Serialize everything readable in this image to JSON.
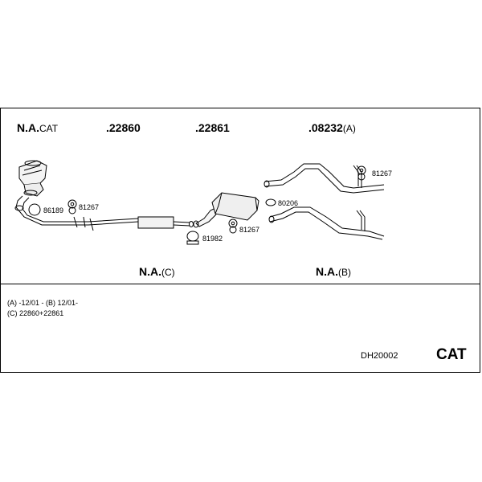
{
  "header": {
    "na_cat_bold": "N.A.",
    "na_cat_rest": "CAT",
    "p22860": ".22860",
    "p22861": ".22861",
    "p08232": ".08232",
    "p08232_suffix": "(A)"
  },
  "parts": {
    "p86189": "86189",
    "p81267_a": "81267",
    "p81267_b": "81267",
    "p81267_c": "81267",
    "p81982": "81982",
    "p80206": "80206"
  },
  "sections": {
    "na_c_bold": "N.A.",
    "na_c_rest": "(C)",
    "na_b_bold": "N.A.",
    "na_b_rest": "(B)"
  },
  "notes": {
    "line1": "(A) -12/01 - (B) 12/01-",
    "line2": "(C) 22860+22861"
  },
  "footer": {
    "code": "DH20002",
    "type": "CAT"
  }
}
